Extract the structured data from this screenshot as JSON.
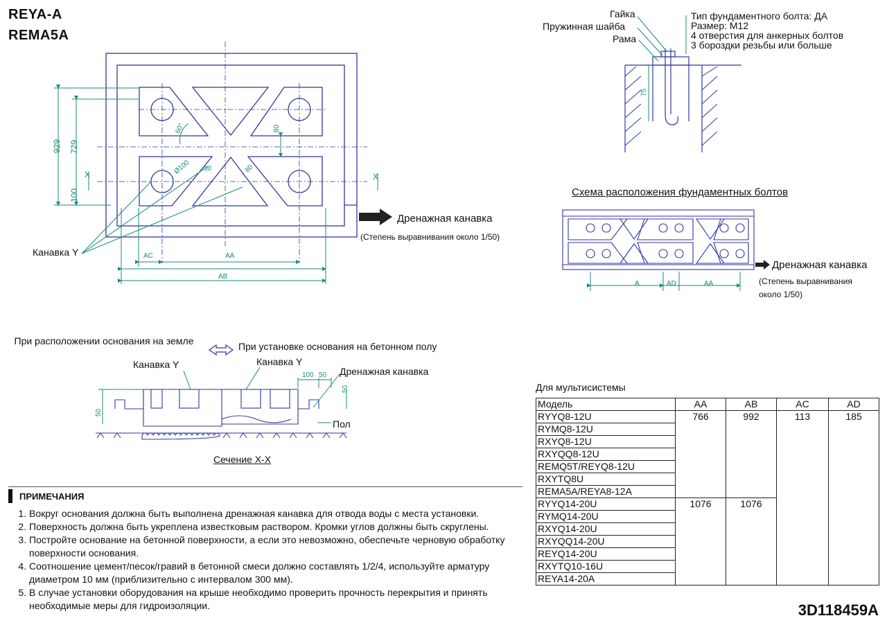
{
  "titles": [
    "REYA-A",
    "REMA5A"
  ],
  "plan": {
    "dims": {
      "d929": "929",
      "d729": "729",
      "d100": "100",
      "d80a": "80",
      "d80b": "80",
      "d80c": "80",
      "angle": "60°",
      "dia": "Ø100",
      "ac": "AC",
      "aa": "AA",
      "ab": "AB",
      "x1": "X",
      "x2": "X"
    },
    "drain_label": "Дренажная канавка",
    "slope_label": "(Степень выравнивания около 1/50)",
    "groove_label": "Канавка Y"
  },
  "bolt": {
    "nut": "Гайка",
    "washer": "Пружинная шайба",
    "frame": "Рама",
    "dim75": "75",
    "info": [
      "Тип фундаментного болта: ДА",
      "Размер: M12",
      "4 отверстия для анкерных болтов",
      "3 бороздки резьбы или больше"
    ]
  },
  "layout": {
    "title": "Схема расположения фундаментных болтов",
    "dims": [
      "A",
      "AD",
      "AA"
    ],
    "drain_label": "Дренажная канавка",
    "slope_label": [
      "(Степень выравнивания",
      "около 1/50)"
    ]
  },
  "section": {
    "ground_label": "При расположении основания на земле",
    "concrete_label": "При установке основания на бетонном полу",
    "groove_left": "Канавка Y",
    "groove_right": "Канавка Y",
    "drain_label": "Дренажная канавка",
    "floor_label": "Пол",
    "d100": "100",
    "d50a": "50",
    "d50b": "50",
    "d50c": "50",
    "caption": "Сечение X-X"
  },
  "table": {
    "caption": "Для мультисистемы",
    "headers": [
      "Модель",
      "AA",
      "AB",
      "AC",
      "AD"
    ],
    "group1": {
      "models": [
        "RYYQ8-12U",
        "RYMQ8-12U",
        "RXYQ8-12U",
        "RXYQQ8-12U",
        "REMQ5T/REYQ8-12U",
        "RXYTQ8U",
        "REMA5A/REYA8-12A"
      ],
      "aa": "766",
      "ab": "992",
      "ac": "113",
      "ad": "185"
    },
    "group2": {
      "models": [
        "RYYQ14-20U",
        "RYMQ14-20U",
        "RXYQ14-20U",
        "RXYQQ14-20U",
        "REYQ14-20U",
        "RXYTQ10-16U",
        "REYA14-20A"
      ],
      "aa": "1076",
      "ab": "1076"
    }
  },
  "notes": {
    "header": "ПРИМЕЧАНИЯ",
    "items": [
      "Вокруг основания должна быть выполнена дренажная канавка для отвода воды с места установки.",
      "Поверхность должна быть укреплена известковым раствором. Кромки углов должны быть скруглены.",
      "Постройте основание на бетонной поверхности, а если это невозможно, обеспечьте черновую обработку поверхности основания.",
      "Соотношение цемент/песок/гравий в бетонной смеси должно составлять 1/2/4, используйте арматуру диаметром 10 мм (приблизительно с интервалом 300 мм).",
      "В случае установки оборудования на крыше необходимо проверить прочность перекрытия и принять необходимые меры для гидроизоляции."
    ]
  },
  "doc_code": "3D118459A",
  "colors": {
    "drawing": "#2f36a0",
    "dimension": "#1a8a7a",
    "text": "#111111"
  }
}
